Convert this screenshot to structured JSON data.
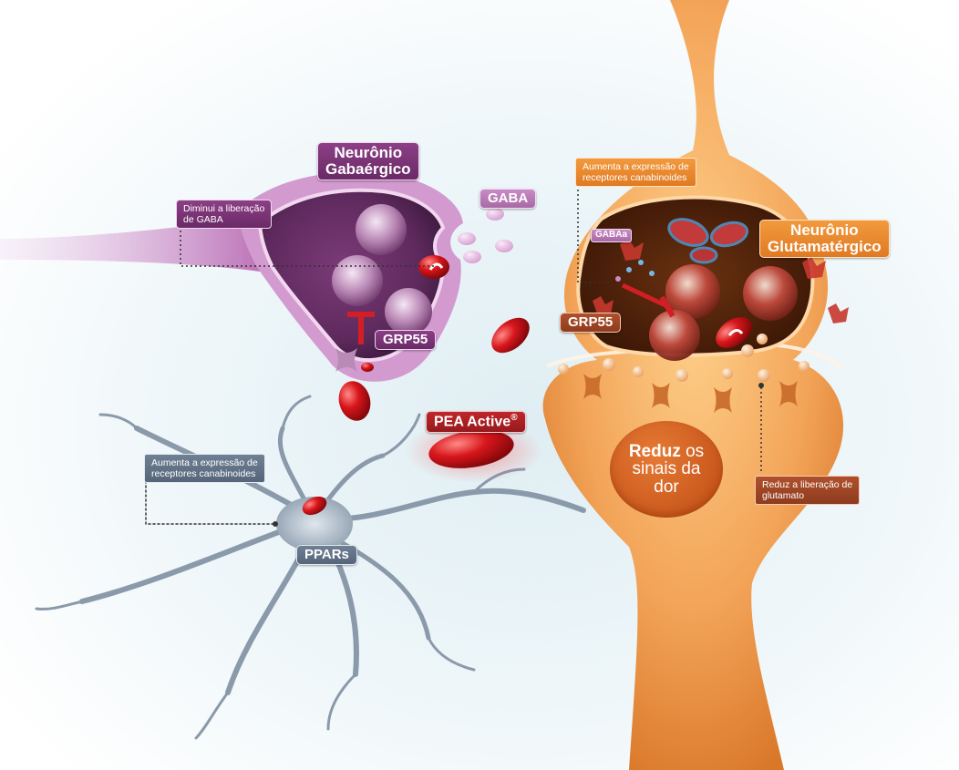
{
  "labels": {
    "gabaergic_neuron": [
      "Neurônio",
      "Gabaérgico"
    ],
    "gaba": "GABA",
    "grp55_left": "GRP55",
    "pea_active": "PEA Active",
    "pea_mark": "®",
    "ppars": "PPARs",
    "glutamatergic_neuron": [
      "Neurônio",
      "Glutamatérgico"
    ],
    "grp55_right": "GRP55",
    "gabaa": "GABAa"
  },
  "notes": {
    "decrease_gaba": [
      "Diminui a liberação",
      "de GABA"
    ],
    "increase_receptors_right": [
      "Aumenta a expressão de",
      "receptores canabinoides"
    ],
    "increase_receptors_left": [
      "Aumenta a expressão de",
      "receptores canabinoides"
    ],
    "reduce_glutamate": [
      "Reduz a liberação de",
      "glutamato"
    ]
  },
  "pain_bubble": {
    "strong": "Reduz",
    "rest": [
      "os",
      "sinais da",
      "dor"
    ]
  },
  "colors": {
    "gabaergic": "#8c3f86",
    "glutamatergic": "#e88a34",
    "pea": "#c0262a",
    "microglia": "#6f8094",
    "glutamate_note": "#a2462a"
  },
  "icons": [
    "pea-molecule-icon",
    "receptor-icon",
    "vesicle-icon",
    "mitochondria-icon",
    "inhibition-icon"
  ]
}
